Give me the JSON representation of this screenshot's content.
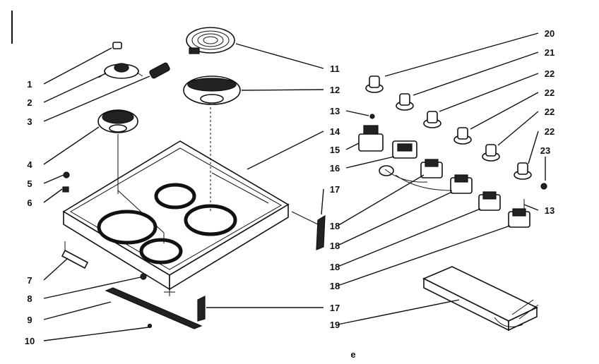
{
  "callouts": [
    "1",
    "2",
    "3",
    "4",
    "5",
    "6",
    "7",
    "8",
    "9",
    "10",
    "11",
    "12",
    "13",
    "14",
    "15",
    "16",
    "17",
    "18",
    "19",
    "20",
    "21",
    "22",
    "23"
  ],
  "stray_mark": "e"
}
